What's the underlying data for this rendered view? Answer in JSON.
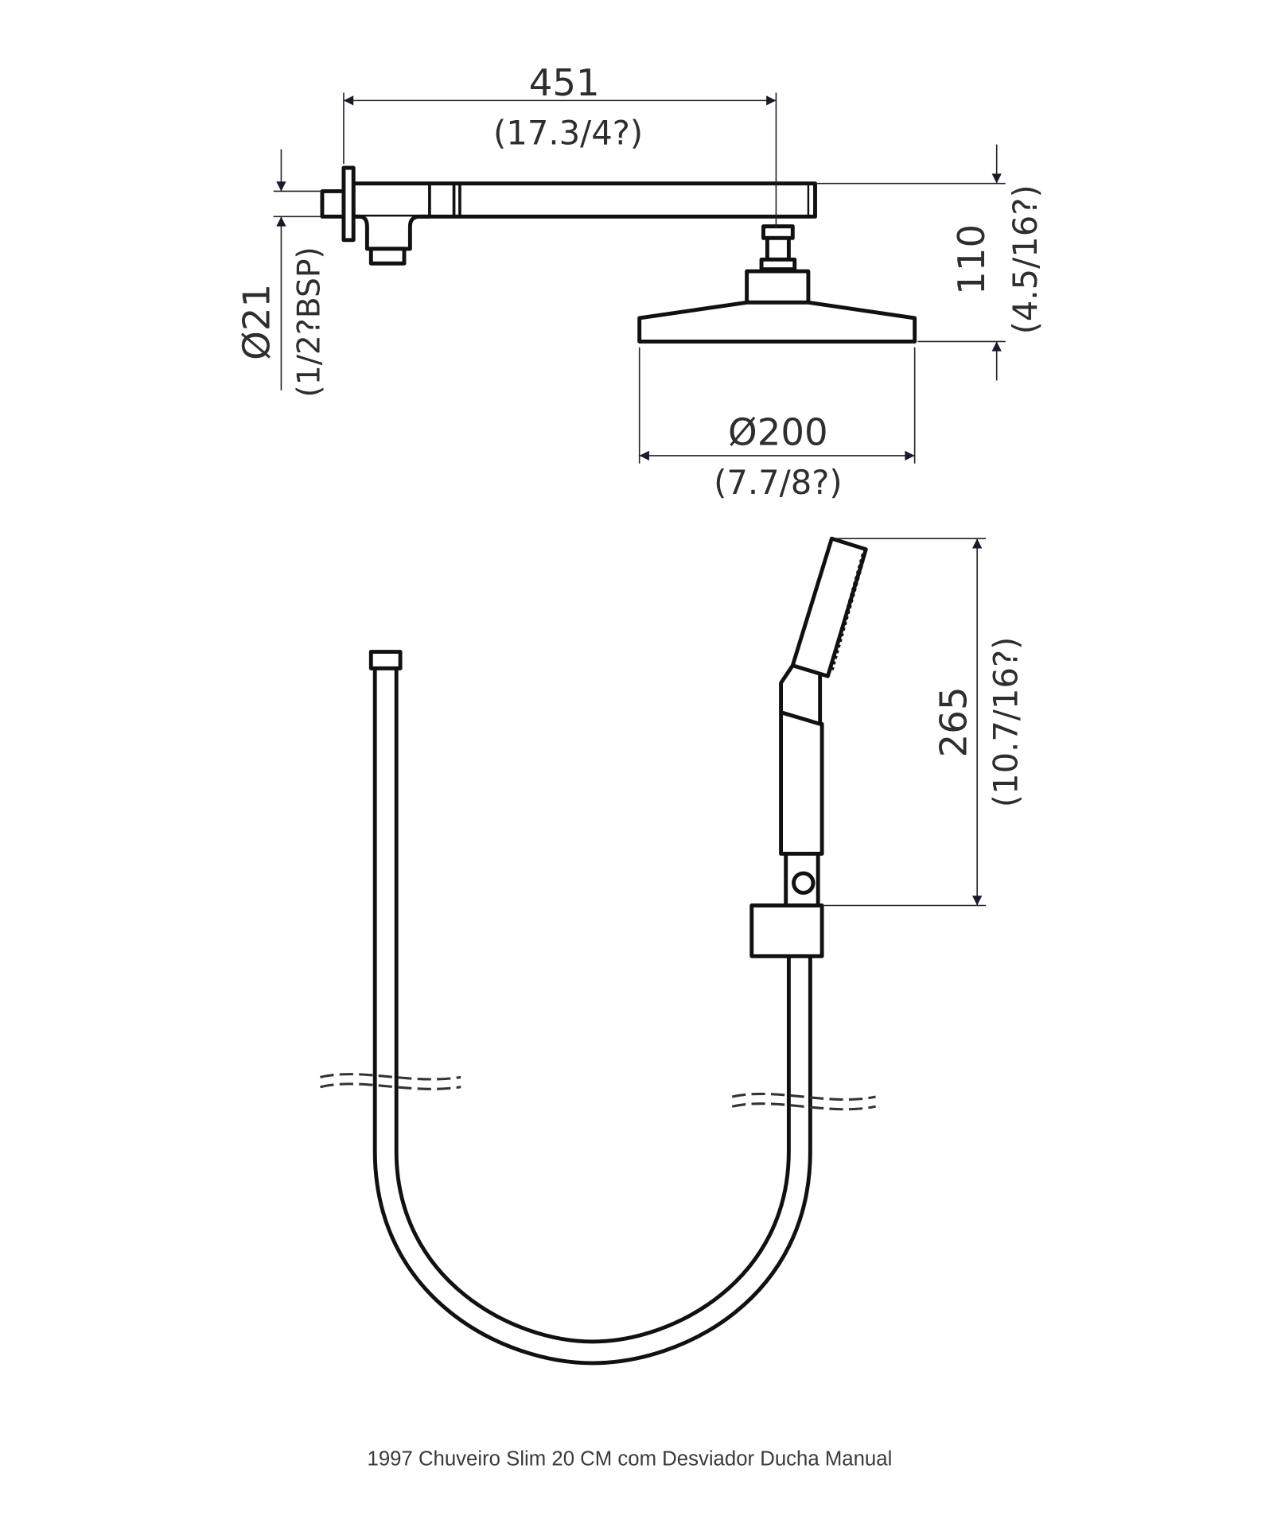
{
  "drawing": {
    "arm_length": {
      "value": "451",
      "inches": "(17.3/4?)"
    },
    "inlet_diameter": {
      "value": "Ø21",
      "thread": "(1/2?BSP)"
    },
    "head_drop": {
      "value": "110",
      "inches": "(4.5/16?)"
    },
    "head_diameter": {
      "value": "Ø200",
      "inches": "(7.7/8?)"
    },
    "hand_shower_height": {
      "value": "265",
      "inches": "(10.7/16?)"
    }
  },
  "caption": "1997 Chuveiro Slim 20 CM com Desviador Ducha Manual"
}
